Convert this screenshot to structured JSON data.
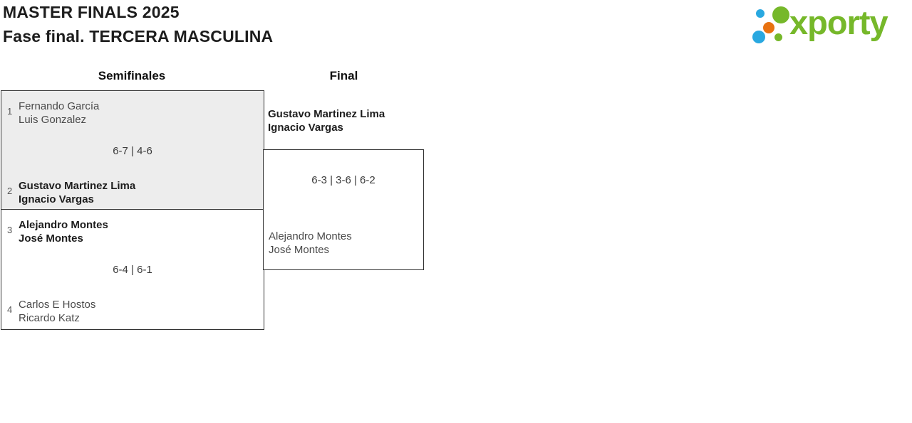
{
  "header": {
    "title": "MASTER FINALS 2025",
    "subtitle": "Fase final. TERCERA MASCULINA"
  },
  "logo": {
    "wordmark": "xporty",
    "colors": {
      "green": "#76b82a",
      "blue": "#29a8e0",
      "orange": "#e87211"
    }
  },
  "bracket": {
    "round_labels": {
      "semifinals": "Semifinales",
      "final": "Final"
    },
    "semifinals": [
      {
        "top": {
          "seed": "1",
          "players": [
            "Fernando García",
            "Luis Gonzalez"
          ],
          "winner": false
        },
        "score": "6-7 | 4-6",
        "bottom": {
          "seed": "2",
          "players": [
            "Gustavo Martinez Lima",
            "Ignacio Vargas"
          ],
          "winner": true
        }
      },
      {
        "top": {
          "seed": "3",
          "players": [
            "Alejandro Montes",
            "José Montes"
          ],
          "winner": true
        },
        "score": "6-4 | 6-1",
        "bottom": {
          "seed": "4",
          "players": [
            "Carlos E Hostos",
            "Ricardo Katz"
          ],
          "winner": false
        }
      }
    ],
    "final": {
      "top": {
        "players": [
          "Gustavo Martinez Lima",
          "Ignacio Vargas"
        ],
        "winner": true
      },
      "score": "6-3 | 3-6 | 6-2",
      "bottom": {
        "players": [
          "Alejandro Montes",
          "José Montes"
        ],
        "winner": false
      }
    }
  }
}
